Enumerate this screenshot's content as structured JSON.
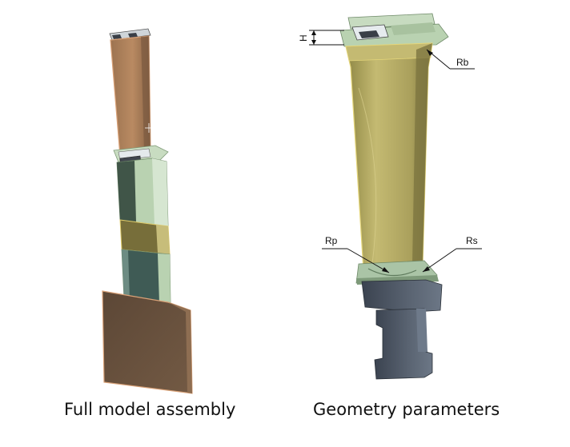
{
  "figures": {
    "left": {
      "caption": "Full model assembly"
    },
    "right": {
      "caption": "Geometry parameters",
      "dimension_label": "H",
      "callouts": {
        "rb": "Rb",
        "rp": "Rp",
        "rs": "Rs"
      }
    }
  },
  "colors": {
    "blade_copper": "#b98a62",
    "shroud_green": "#b9d2b1",
    "airfoil_olive": "#b1a760",
    "platform_green": "#aac4a6",
    "root_slate": "#5a6472",
    "base_brown": "#6b5440",
    "block_olive": "#776e3a",
    "block_teal": "#3f5b55"
  }
}
